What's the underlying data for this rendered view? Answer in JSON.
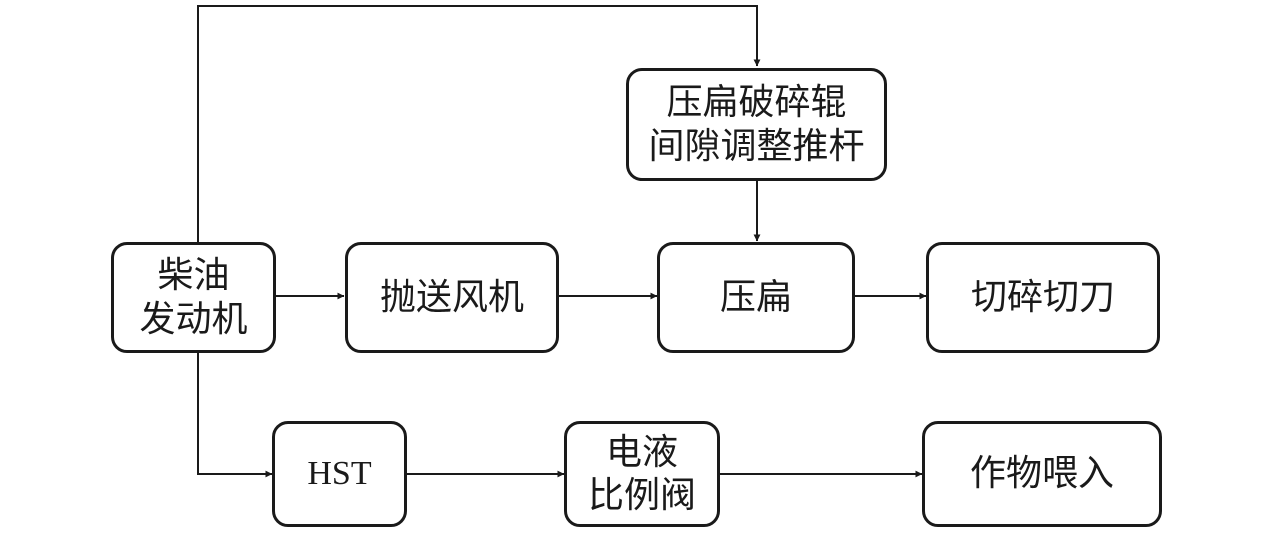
{
  "diagram": {
    "nodes": {
      "diesel_engine": {
        "lines": [
          "柴油",
          "发动机"
        ]
      },
      "gap_pushrod": {
        "lines": [
          "压扁破碎辊",
          "间隙调整推杆"
        ]
      },
      "blower": {
        "lines": [
          "抛送风机"
        ]
      },
      "flattening": {
        "lines": [
          "压扁"
        ]
      },
      "cutter": {
        "lines": [
          "切碎切刀"
        ]
      },
      "hst": {
        "lines": [
          "HST"
        ]
      },
      "proportional_valve": {
        "lines": [
          "电液",
          "比例阀"
        ]
      },
      "crop_feeding": {
        "lines": [
          "作物喂入"
        ]
      }
    },
    "edges": [
      {
        "from": "diesel_engine",
        "to": "gap_pushrod"
      },
      {
        "from": "gap_pushrod",
        "to": "flattening"
      },
      {
        "from": "diesel_engine",
        "to": "blower"
      },
      {
        "from": "blower",
        "to": "flattening"
      },
      {
        "from": "flattening",
        "to": "cutter"
      },
      {
        "from": "diesel_engine",
        "to": "hst"
      },
      {
        "from": "hst",
        "to": "proportional_valve"
      },
      {
        "from": "proportional_valve",
        "to": "crop_feeding"
      }
    ],
    "colors": {
      "stroke": "#1a1a1a",
      "fill": "#ffffff"
    }
  }
}
